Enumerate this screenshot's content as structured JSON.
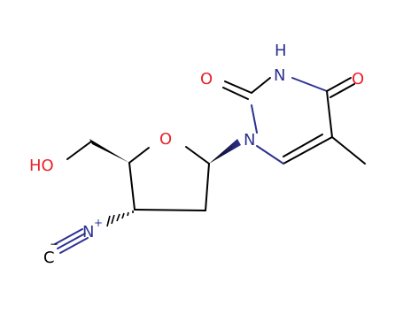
{
  "molecule": {
    "atoms": {
      "ring_oxygen": "O",
      "carbonyl_oxygen_c2": "O",
      "carbonyl_oxygen_c4": "O",
      "ring_nitrogen_n1": "N",
      "ring_nitrogen_n3": "N",
      "n3_hydrogen": "H",
      "hydroxyl": "HO",
      "isocyano_nitrogen": "N",
      "isocyano_nitrogen_charge": "+",
      "isocyano_carbon": "C",
      "isocyano_carbon_charge": "−"
    },
    "colors": {
      "bond": "#000000",
      "oxygen": "#e8232b",
      "nitrogen": "#2e3192",
      "wedge": "#000000",
      "wedge_to_nitrogen": "#2e3192"
    }
  }
}
